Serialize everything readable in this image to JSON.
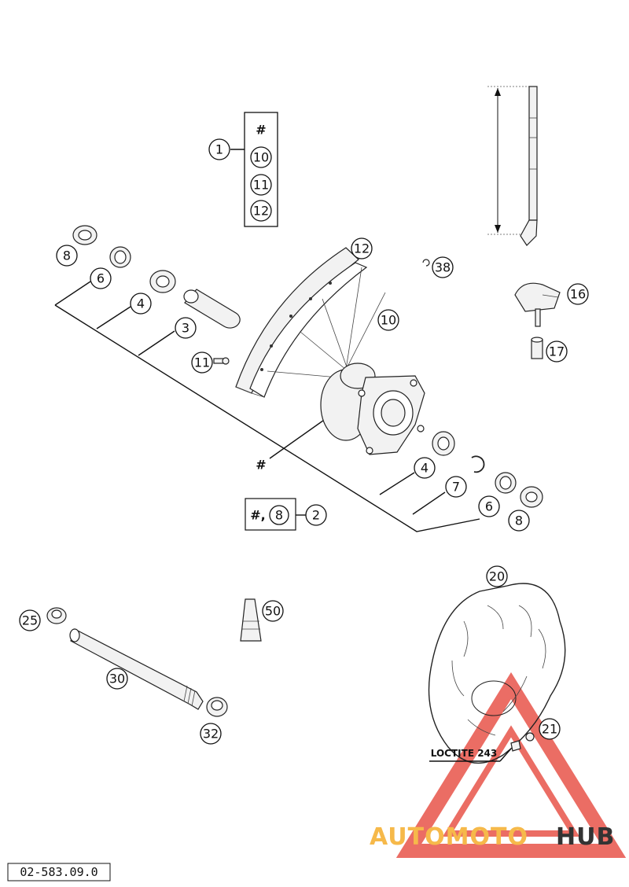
{
  "diagram": {
    "callouts": {
      "c1": "1",
      "c2": "2",
      "c3": "3",
      "c4a": "4",
      "c4b": "4",
      "c6a": "6",
      "c6b": "6",
      "c7": "7",
      "c8a": "8",
      "c8b": "8",
      "c10": "10",
      "c11": "11",
      "c12": "12",
      "c16": "16",
      "c17": "17",
      "c20": "20",
      "c21": "21",
      "c25": "25",
      "c30": "30",
      "c32": "32",
      "c38": "38",
      "c50": "50"
    },
    "kit_box": {
      "hash": "#",
      "items": [
        "10",
        "11",
        "12"
      ]
    },
    "hub_hash": "#",
    "set_box": {
      "hash": "#,",
      "item": "8"
    },
    "loctite_label": "LOCTITE 243",
    "drawing_code": "02-583.09.0"
  },
  "watermark": {
    "part1": "AUTOMOTO",
    "part2": "HUB",
    "color1": "#f6b94a",
    "color2": "#333333",
    "triangle_color": "#e8544a"
  }
}
